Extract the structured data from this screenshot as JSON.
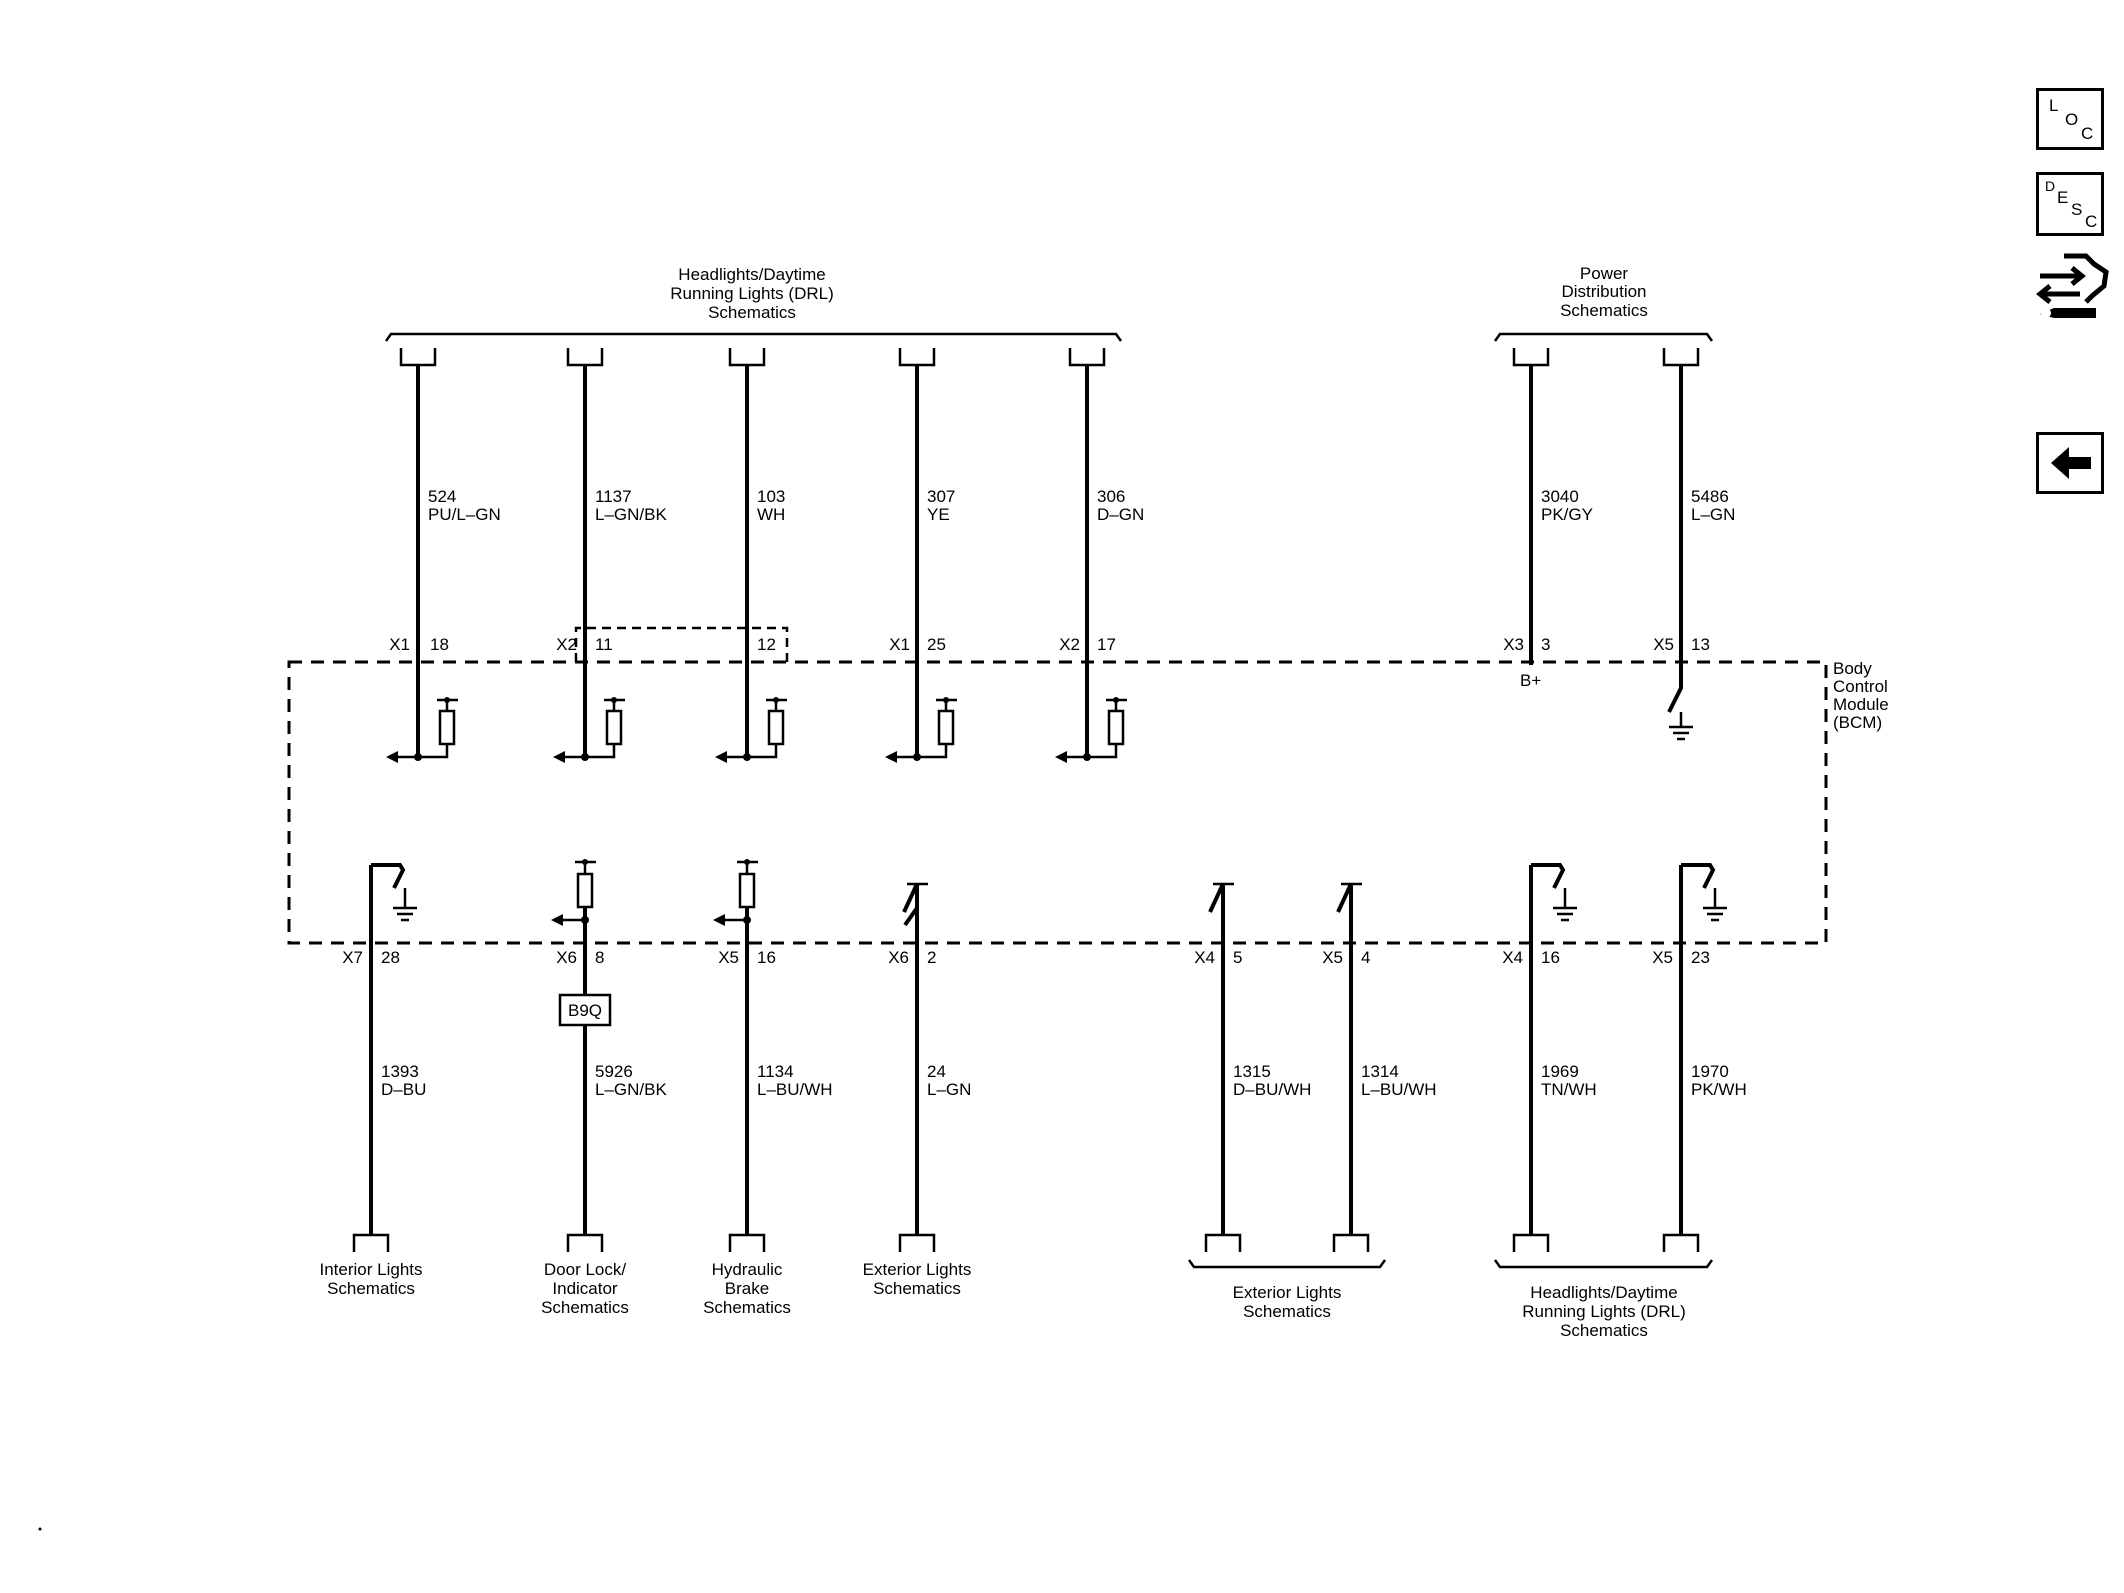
{
  "top_groups": [
    {
      "label_lines": [
        "Headlights/Daytime",
        "Running Lights (DRL)",
        "Schematics"
      ]
    },
    {
      "label_lines": [
        "Power",
        "Distribution",
        "Schematics"
      ]
    }
  ],
  "bottom_groups": [
    {
      "label_lines": [
        "Interior Lights",
        "Schematics"
      ]
    },
    {
      "label_lines": [
        "Door Lock/",
        "Indicator",
        "Schematics"
      ]
    },
    {
      "label_lines": [
        "Hydraulic",
        "Brake",
        "Schematics"
      ]
    },
    {
      "label_lines": [
        "Exterior Lights",
        "Schematics"
      ]
    },
    {
      "label_lines": [
        "Exterior Lights",
        "Schematics"
      ]
    },
    {
      "label_lines": [
        "Headlights/Daytime",
        "Running Lights (DRL)",
        "Schematics"
      ]
    }
  ],
  "module": {
    "label_lines": [
      "Body",
      "Control",
      "Module",
      "(BCM)"
    ],
    "b_plus": "B+"
  },
  "component": {
    "label": "B9Q"
  },
  "top_wires": [
    {
      "circuit": "524",
      "color": "PU/L–GN",
      "connector": "X1",
      "pin": "18"
    },
    {
      "circuit": "1137",
      "color": "L–GN/BK",
      "connector": "X2",
      "pin": "11"
    },
    {
      "circuit": "103",
      "color": "WH",
      "connector": "",
      "pin": "12"
    },
    {
      "circuit": "307",
      "color": "YE",
      "connector": "X1",
      "pin": "25"
    },
    {
      "circuit": "306",
      "color": "D–GN",
      "connector": "X2",
      "pin": "17"
    },
    {
      "circuit": "3040",
      "color": "PK/GY",
      "connector": "X3",
      "pin": "3"
    },
    {
      "circuit": "5486",
      "color": "L–GN",
      "connector": "X5",
      "pin": "13"
    }
  ],
  "bottom_wires": [
    {
      "circuit": "1393",
      "color": "D–BU",
      "connector": "X7",
      "pin": "28"
    },
    {
      "circuit": "5926",
      "color": "L–GN/BK",
      "connector": "X6",
      "pin": "8"
    },
    {
      "circuit": "1134",
      "color": "L–BU/WH",
      "connector": "X5",
      "pin": "16"
    },
    {
      "circuit": "24",
      "color": "L–GN",
      "connector": "X6",
      "pin": "2"
    },
    {
      "circuit": "1315",
      "color": "D–BU/WH",
      "connector": "X4",
      "pin": "5"
    },
    {
      "circuit": "1314",
      "color": "L–BU/WH",
      "connector": "X5",
      "pin": "4"
    },
    {
      "circuit": "1969",
      "color": "TN/WH",
      "connector": "X4",
      "pin": "16"
    },
    {
      "circuit": "1970",
      "color": "PK/WH",
      "connector": "X5",
      "pin": "23"
    }
  ],
  "nav": {
    "loc": {
      "l": "L",
      "o": "O",
      "c": "C"
    },
    "desc": {
      "d": "D",
      "e": "E",
      "s": "S",
      "c": "C"
    },
    "connector_icon": "connector-wrench-icon",
    "back_icon": "arrow-left-icon"
  }
}
